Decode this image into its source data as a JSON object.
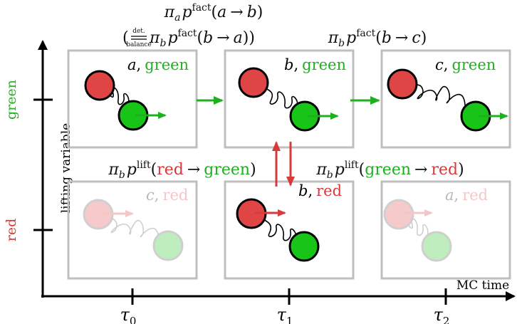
{
  "colors": {
    "green": "#1fb01f",
    "red": "#d63a3a",
    "ball_green": "#18c418",
    "ball_red": "#e04545",
    "panel_border": "#bfbfbf",
    "axis": "#000000"
  },
  "axes": {
    "x_label": "MC time",
    "y_label": "lifting variable",
    "y_ticks": [
      "green",
      "red"
    ],
    "x_ticks": {
      "t0": {
        "sym": "τ",
        "sub": "0"
      },
      "t1": {
        "sym": "τ",
        "sub": "1"
      },
      "t2": {
        "sym": "τ",
        "sub": "2"
      }
    }
  },
  "panels": [
    {
      "id": "a-green",
      "state": "a",
      "lift": "green",
      "faded": false
    },
    {
      "id": "b-green",
      "state": "b",
      "lift": "green",
      "faded": false
    },
    {
      "id": "c-green",
      "state": "c",
      "lift": "green",
      "faded": false
    },
    {
      "id": "c-red",
      "state": "c",
      "lift": "red",
      "faded": true
    },
    {
      "id": "b-red",
      "state": "b",
      "lift": "red",
      "faded": false
    },
    {
      "id": "a-red",
      "state": "a",
      "lift": "red",
      "faded": true
    }
  ],
  "transitions": {
    "top_left": {
      "line1": "πₐ p^fact(a → b)",
      "line2_prefix": "(",
      "line2_det": "det.",
      "line2_balance": "balance",
      "line2_rest": "π_b p^fact(b → a))"
    },
    "top_right": "π_b p^fact(b → c)",
    "lift_left": "π_b p^lift(red → green)",
    "lift_right": "π_b p^lift(green → red)"
  },
  "labels": {
    "state_a": "a",
    "state_b": "b",
    "state_c": "c",
    "comma": ",",
    "green": "green",
    "red": "red",
    "arrow": "→",
    "pi": "π",
    "p": "p",
    "fact": "fact",
    "lift": "lift",
    "sub_a": "a",
    "sub_b": "b",
    "open_paren": "(",
    "close_paren": ")"
  }
}
